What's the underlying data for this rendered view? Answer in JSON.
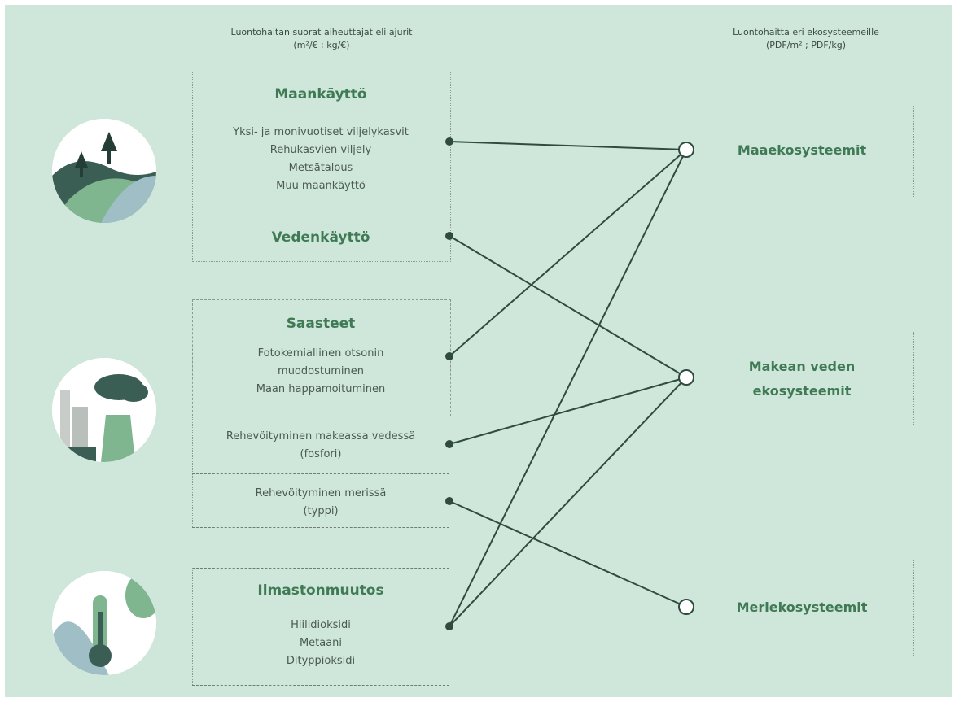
{
  "headers": {
    "drivers_line1": "Luontohaitan suorat aiheuttajat eli ajurit",
    "drivers_line2": "(m²/€ ; kg/€)",
    "impacts_line1": "Luontohaitta eri ekosysteemeille",
    "impacts_line2": "(PDF/m² ; PDF/kg)"
  },
  "drivers": {
    "land_use": {
      "title": "Maankäyttö",
      "items": [
        "Yksi- ja monivuotiset viljelykasvit",
        "Rehukasvien viljely",
        "Metsätalous",
        "Muu maankäyttö"
      ]
    },
    "water_use": {
      "title": "Vedenkäyttö"
    },
    "pollutants": {
      "title": "Saasteet",
      "items": [
        "Fotokemiallinen otsonin",
        "muodostuminen",
        "Maan happamoituminen"
      ]
    },
    "eutro_fresh": {
      "line1": "Rehevöityminen makeassa vedessä",
      "line2": "(fosfori)"
    },
    "eutro_marine": {
      "line1": "Rehevöityminen merissä",
      "line2": "(typpi)"
    },
    "climate": {
      "title": "Ilmastonmuutos",
      "items": [
        "Hiilidioksidi",
        "Metaani",
        "Dityppioksidi"
      ]
    }
  },
  "ecosystems": {
    "terrestrial": "Maaekosysteemit",
    "freshwater_line1": "Makean veden",
    "freshwater_line2": "ekosysteemit",
    "marine": "Meriekosysteemit"
  },
  "colors": {
    "background": "#cfe6da",
    "title_green": "#3f7a55",
    "line": "#2f4a3e"
  }
}
